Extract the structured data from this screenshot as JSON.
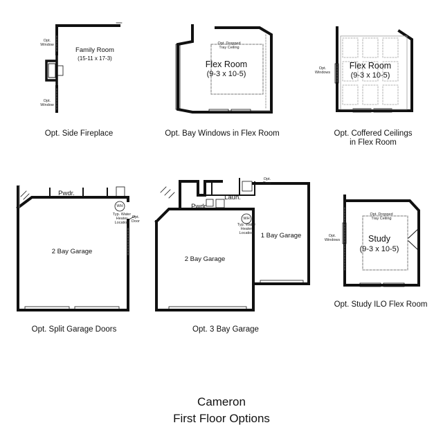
{
  "diagrams": {
    "side_fireplace": {
      "room_name": "Family Room",
      "room_dims": "(15-11 x 17-3)",
      "opt_window_top": [
        "Opt.",
        "Window"
      ],
      "opt_window_bottom": [
        "Opt.",
        "Window"
      ],
      "caption": "Opt. Side Fireplace"
    },
    "bay_windows": {
      "dropped_ceiling": [
        "Opt. Dropped",
        "Tray Ceiling"
      ],
      "room_name": "Flex Room",
      "room_dims": "(9-3 x 10-5)",
      "caption": "Opt. Bay Windows in Flex Room"
    },
    "coffered": {
      "opt_windows": [
        "Opt.",
        "Windows"
      ],
      "room_name": "Flex Room",
      "room_dims": "(9-3 x 10-5)",
      "caption": [
        "Opt. Coffered Ceilings",
        "in Flex Room"
      ]
    },
    "split_garage": {
      "pwdr": "Pwdr.",
      "room_name": "2 Bay Garage",
      "wh": "WH",
      "typ_water": [
        "Typ. Water",
        "Heater",
        "Location"
      ],
      "opt_door": [
        "Opt.",
        "Door"
      ],
      "caption": "Opt. Split Garage Doors"
    },
    "three_bay": {
      "pwdr": "Pwdr.",
      "laun": "Laun.",
      "two_bay": "2 Bay Garage",
      "one_bay": "1 Bay Garage",
      "opt_door": [
        "Opt.",
        "Door"
      ],
      "wh": "WH",
      "typ_water": [
        "Typ. Water",
        "Heater",
        "Location"
      ],
      "caption": "Opt. 3 Bay Garage"
    },
    "study": {
      "opt_windows": [
        "Opt.",
        "Windows"
      ],
      "dropped_ceiling": [
        "Opt. Dropped",
        "Tray Ceiling"
      ],
      "room_name": "Study",
      "room_dims": "(9-3 x 10-5)",
      "caption": "Opt. Study ILO Flex Room"
    }
  },
  "title": "Cameron",
  "subtitle": "First Floor Options"
}
